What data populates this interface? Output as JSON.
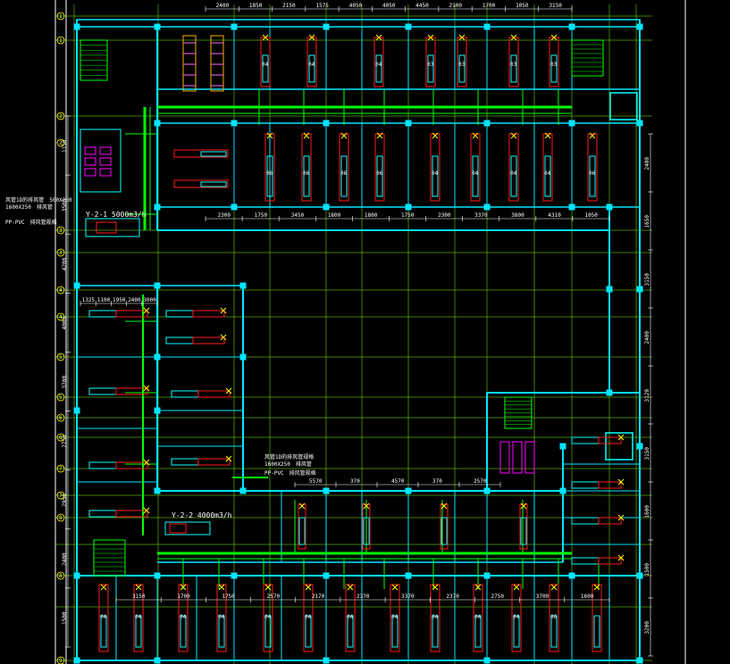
{
  "drawing": {
    "background": "#000000",
    "colors": {
      "wall": "#00e5ff",
      "duct": "#00ff00",
      "grid": "#7cfc00",
      "unit_red": "#ff1a1a",
      "unit_cyan": "#00ffff",
      "toilet": "#ff00ff",
      "stair": "#00ff00",
      "dimension": "#ffffff",
      "diffuser": "#ffff00",
      "frame": "#ffffff"
    },
    "grid_axes": {
      "left_labels": [
        "1",
        "1",
        "2",
        "2",
        "3",
        "3",
        "4",
        "4",
        "5",
        "5",
        "6",
        "6",
        "7",
        "7",
        "8",
        "8",
        "9"
      ]
    },
    "annotations": {
      "fan_unit_1": "Y-2-1 5000m3/h",
      "fan_unit_2": "Y-2-2 4000m3/h",
      "duct_note_1": "风管1D的排风管　500X250",
      "duct_note_1b": "1600X250　排风管",
      "duct_note_1c": "PP-PVC　排风管规格",
      "duct_note_2": "风管1D的排风管规格",
      "duct_note_2b": "1600X250　排风管",
      "duct_note_2c": "PP-PVC　排风管规格"
    },
    "room_tags": {
      "top_row": [
        "04",
        "04",
        "04",
        "03",
        "03",
        "03",
        "03"
      ],
      "second_row": [
        "06",
        "06",
        "06",
        "06",
        "04",
        "04",
        "04",
        "04",
        "06"
      ],
      "bottom_row": [
        "04",
        "04",
        "04",
        "04",
        "04",
        "04",
        "04",
        "04",
        "04",
        "04",
        "04",
        "06"
      ]
    },
    "dimensions": {
      "top": [
        "2400",
        "1850",
        "2150",
        "1575",
        "4050",
        "4050",
        "4450",
        "2100",
        "1700",
        "1050",
        "3150"
      ],
      "mid": [
        "2300",
        "1750",
        "3450",
        "1800",
        "1800",
        "1750",
        "2300",
        "3370",
        "3800",
        "4310",
        "1050"
      ],
      "left_column": [
        "1325",
        "1100",
        "1950",
        "2400",
        "3000"
      ],
      "bottom": [
        "3150",
        "1700",
        "1750",
        "2570",
        "2170",
        "2370",
        "3370",
        "2370",
        "2750",
        "3700",
        "1600"
      ],
      "corridor": [
        "5570",
        "370",
        "4570",
        "370",
        "2570"
      ],
      "right": [
        "2400",
        "1650",
        "3150",
        "2400",
        "3120",
        "3150",
        "1600",
        "1500",
        "3200"
      ],
      "left_side": [
        "1150",
        "3500",
        "4200",
        "4000",
        "3700",
        "2750",
        "2950",
        "2400",
        "1500"
      ]
    }
  }
}
